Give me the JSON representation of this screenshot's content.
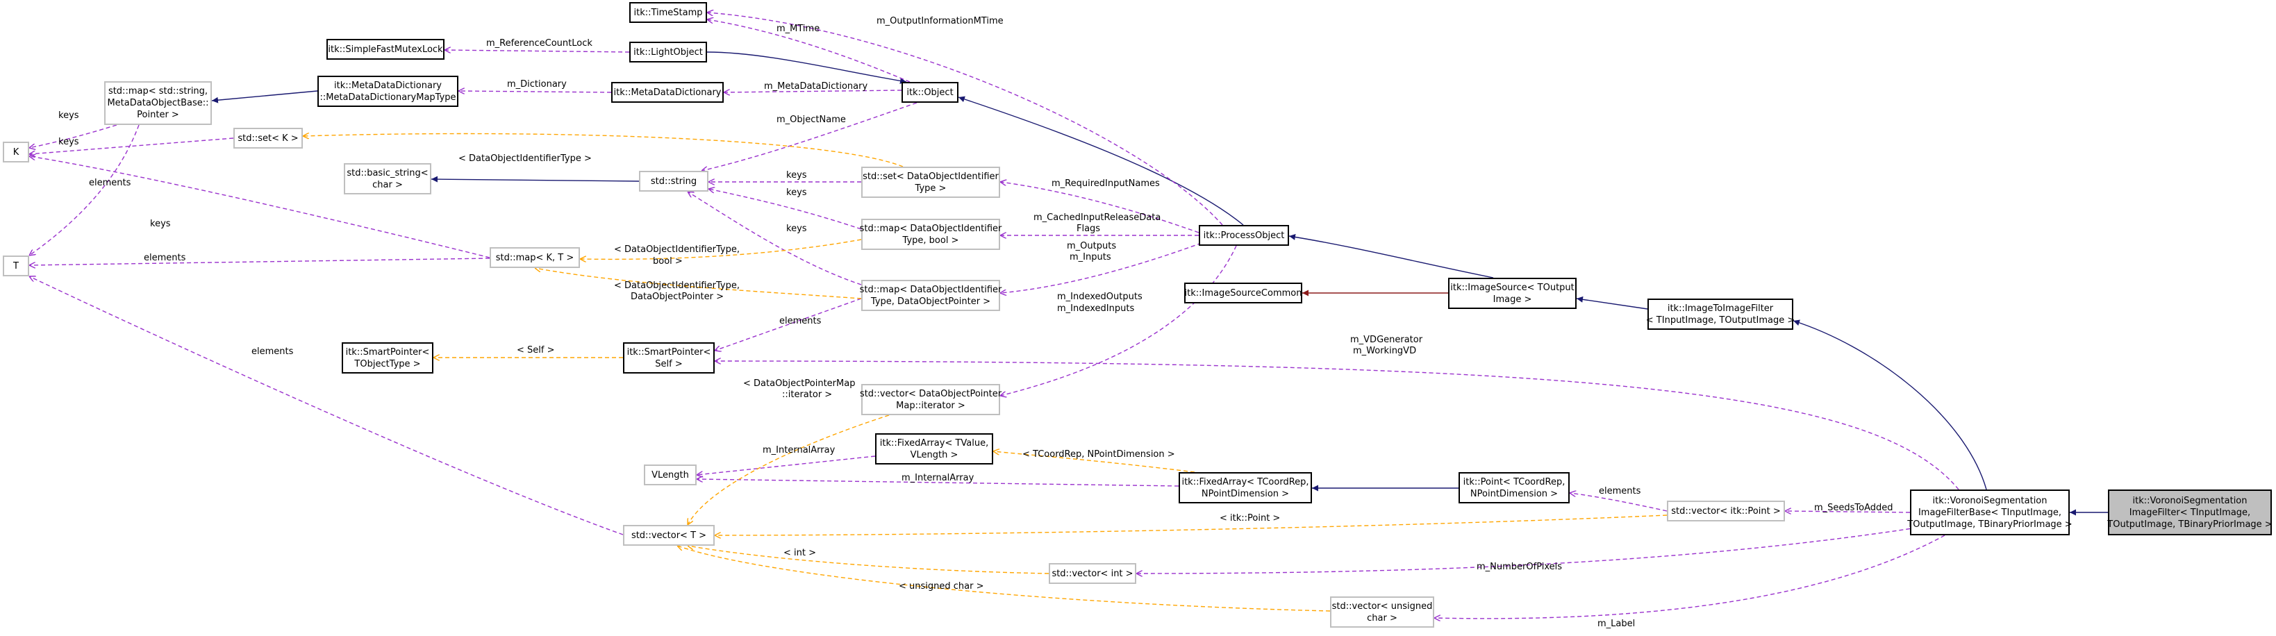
{
  "nodes": {
    "time_stamp": [
      "itk::TimeStamp"
    ],
    "light_object": [
      "itk::LightObject"
    ],
    "simple_fast_mutex_lock": [
      "itk::SimpleFastMutexLock"
    ],
    "meta_data_dictionary": [
      "itk::MetaDataDictionary"
    ],
    "meta_data_dictionary_map_type": [
      "itk::MetaDataDictionary",
      "::MetaDataDictionaryMapType"
    ],
    "std_map_string": [
      "std::map< std::string,",
      "MetaDataObjectBase::",
      "Pointer >"
    ],
    "object": [
      "itk::Object"
    ],
    "k": [
      "K"
    ],
    "set_k": [
      "std::set< K >"
    ],
    "basic_string": [
      "std::basic_string<",
      "char >"
    ],
    "string": [
      "std::string"
    ],
    "set_doid": [
      "std::set< DataObjectIdentifier",
      "Type >"
    ],
    "map_doid_bool": [
      "std::map< DataObjectIdentifier",
      "Type, bool >"
    ],
    "process_object": [
      "itk::ProcessObject"
    ],
    "t": [
      "T"
    ],
    "map_k_t": [
      "std::map< K, T >"
    ],
    "map_doid_dop": [
      "std::map< DataObjectIdentifier",
      "Type, DataObjectPointer >"
    ],
    "image_source_common": [
      "itk::ImageSourceCommon"
    ],
    "image_source": [
      "itk::ImageSource< TOutput",
      "Image >"
    ],
    "image_to_image_filter": [
      "itk::ImageToImageFilter",
      "< TInputImage, TOutputImage >"
    ],
    "smart_pointer_tobject": [
      "itk::SmartPointer<",
      "TObjectType >"
    ],
    "smart_pointer_self": [
      "itk::SmartPointer<",
      "Self >"
    ],
    "vector_dop_iter": [
      "std::vector< DataObjectPointer",
      "Map::iterator >"
    ],
    "fixed_array_tvalue": [
      "itk::FixedArray< TValue,",
      "VLength >"
    ],
    "vlength": [
      "VLength"
    ],
    "fixed_array_tcoord": [
      "itk::FixedArray< TCoordRep,",
      "NPointDimension >"
    ],
    "point": [
      "itk::Point< TCoordRep,",
      "NPointDimension >"
    ],
    "vector_t": [
      "std::vector< T >"
    ],
    "vector_point": [
      "std::vector< itk::Point >"
    ],
    "voronoi_base": [
      "itk::VoronoiSegmentation",
      "ImageFilterBase< TInputImage,",
      "TOutputImage, TBinaryPriorImage >"
    ],
    "voronoi_filter": [
      "itk::VoronoiSegmentation",
      "ImageFilter< TInputImage,",
      "TOutputImage, TBinaryPriorImage >"
    ],
    "vector_int": [
      "std::vector< int >"
    ],
    "vector_uchar": [
      "std::vector< unsigned",
      "char >"
    ]
  },
  "labels": {
    "m_output_information_mtime": "m_OutputInformationMTime",
    "m_mtime": "m_MTime",
    "m_reference_count_lock": "m_ReferenceCountLock",
    "m_dictionary_1": "m_Dictionary",
    "m_meta_data_dictionary": "m_MetaDataDictionary",
    "keys_1": "keys",
    "keys_2": "keys",
    "elements_1": "elements",
    "m_object_name": "m_ObjectName",
    "doid_type": "< DataObjectIdentifierType >",
    "keys_3": "keys",
    "keys_4": "keys",
    "keys_5": "keys",
    "keys_6": "keys",
    "m_required_input_names": "m_RequiredInputNames",
    "m_cached_flags_1": "m_CachedInputReleaseData",
    "m_cached_flags_2": "Flags",
    "elements_2": "elements",
    "doid_bool_1": "< DataObjectIdentifierType,",
    "doid_bool_2": "bool >",
    "m_outputs": "m_Outputs",
    "m_inputs": "m_Inputs",
    "doid_dop_1": "< DataObjectIdentifierType,",
    "doid_dop_2": "DataObjectPointer >",
    "elements_3": "elements",
    "m_indexed_outputs": "m_IndexedOutputs",
    "m_indexed_inputs": "m_IndexedInputs",
    "elements_4": "elements",
    "self": "< Self >",
    "m_vd_generator": "m_VDGenerator",
    "m_working_vd": "m_WorkingVD",
    "dop_map_iter_1": "< DataObjectPointerMap",
    "dop_map_iter_2": "::iterator >",
    "tcoord_npoint": "< TCoordRep, NPointDimension >",
    "m_internal_array_1": "m_InternalArray",
    "m_internal_array_2": "m_InternalArray",
    "elements_5": "elements",
    "itk_point": "< itk::Point >",
    "m_seeds_to_added": "m_SeedsToAdded",
    "int_t": "< int >",
    "m_number_of_pixels": "m_NumberOfPixels",
    "unsigned_char": "< unsigned char >",
    "m_label": "m_Label"
  },
  "colors": {
    "inheritance": "#191970",
    "usage": "#9a32cd",
    "template": "#ffa500",
    "protected": "#8b1a1a",
    "node_border": "#000000",
    "node_border_external": "#bfbfbf",
    "highlight_fill": "#bfbfbf"
  }
}
